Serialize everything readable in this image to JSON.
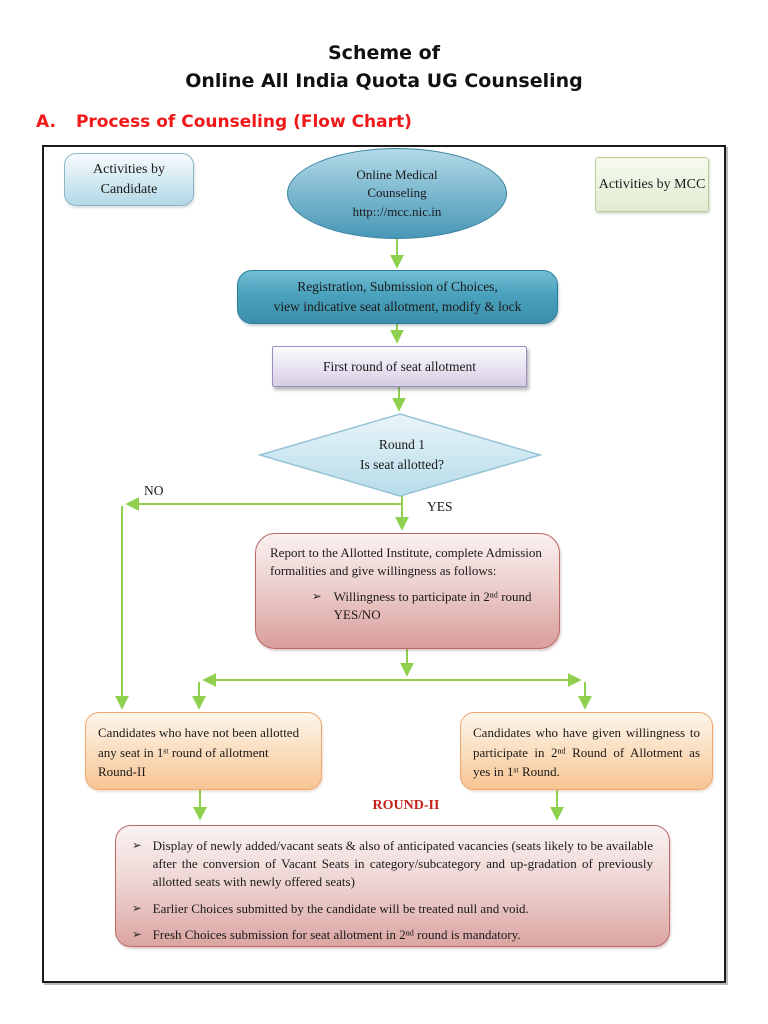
{
  "page": {
    "title_line1": "Scheme of",
    "title_line2": "Online All India Quota UG Counseling",
    "section_label": "A.",
    "section_title": "Process of Counseling (Flow Chart)"
  },
  "legend": {
    "candidate": "Activities by Candidate",
    "mcc": "Activities by MCC"
  },
  "flow": {
    "start": {
      "line1": "Online Medical",
      "line2": "Counseling",
      "line3": "http:://mcc.nic.in"
    },
    "registration": {
      "line1": "Registration, Submission of Choices,",
      "line2": "view indicative seat allotment, modify & lock"
    },
    "first_round": "First round of seat allotment",
    "decision": {
      "line1": "Round 1",
      "line2": "Is seat allotted?"
    },
    "no_label": "NO",
    "yes_label": "YES",
    "report": {
      "text": "Report to the Allotted Institute, complete Admission formalities and give willingness as follows:",
      "bullet": "Willingness to participate in 2ⁿᵈ round YES/NO"
    },
    "left_branch": "Candidates who have not been allotted any seat in 1ˢᵗ round of allotment Round-II",
    "right_branch": "Candidates who have given willingness to participate in 2ⁿᵈ Round of Allotment as yes in 1ˢᵗ Round.",
    "round2_label": "ROUND-II",
    "bullet_char": "➢",
    "round2_bullets": [
      "Display of newly added/vacant seats & also of anticipated vacancies (seats likely to be available after the conversion of Vacant Seats in category/subcategory and up-gradation of previously allotted seats with newly offered seats)",
      "Earlier Choices submitted by the candidate will be treated null and void.",
      "Fresh Choices submission for seat allotment in 2ⁿᵈ round is mandatory."
    ]
  },
  "colors": {
    "heading-red": "#f01818",
    "round2-red": "#c8201a",
    "arrow-green": "#8fd14f",
    "teal-node": "#4BACC6",
    "pink-node-border": "#bb6a67",
    "orange-node-border": "#eda871",
    "lavender-node-border": "#9b8fc0"
  }
}
